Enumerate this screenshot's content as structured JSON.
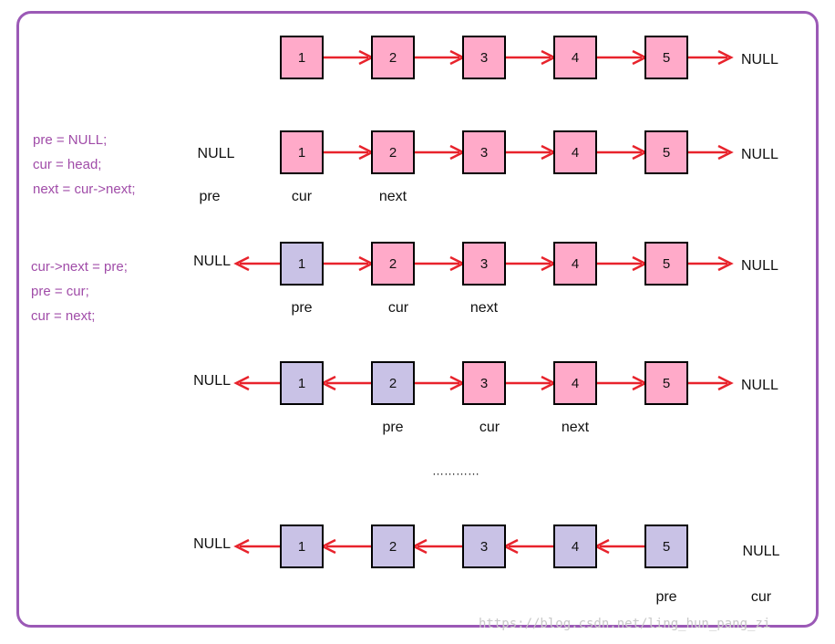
{
  "colors": {
    "border": "#9b59b6",
    "arrow": "#e8232c",
    "node_pink": "#ffaac9",
    "node_purple": "#c9c2e6",
    "code_text": "#a04ca8",
    "label_text": "#111111"
  },
  "null_label": "NULL",
  "code_blocks": [
    {
      "lines": [
        "pre = NULL;",
        "cur = head;",
        "next = cur->next;"
      ]
    },
    {
      "lines": [
        "cur->next = pre;",
        "pre = cur;",
        "cur = next;"
      ]
    }
  ],
  "ellipsis": "…………",
  "watermark": "https://blog.csdn.net/ling_hun_pang_zi",
  "rows": [
    {
      "nodes": [
        {
          "label": "1",
          "state": "pink"
        },
        {
          "label": "2",
          "state": "pink"
        },
        {
          "label": "3",
          "state": "pink"
        },
        {
          "label": "4",
          "state": "pink"
        },
        {
          "label": "5",
          "state": "pink"
        }
      ],
      "links": [
        "right",
        "right",
        "right",
        "right"
      ],
      "head": "none",
      "tail": "right",
      "pointers": []
    },
    {
      "nodes": [
        {
          "label": "1",
          "state": "pink"
        },
        {
          "label": "2",
          "state": "pink"
        },
        {
          "label": "3",
          "state": "pink"
        },
        {
          "label": "4",
          "state": "pink"
        },
        {
          "label": "5",
          "state": "pink"
        }
      ],
      "links": [
        "right",
        "right",
        "right",
        "right"
      ],
      "head": "text",
      "tail": "right",
      "pointers": [
        {
          "name": "pre",
          "at": "null-left"
        },
        {
          "name": "cur",
          "at": 0
        },
        {
          "name": "next",
          "at": 1
        }
      ]
    },
    {
      "nodes": [
        {
          "label": "1",
          "state": "purple"
        },
        {
          "label": "2",
          "state": "pink"
        },
        {
          "label": "3",
          "state": "pink"
        },
        {
          "label": "4",
          "state": "pink"
        },
        {
          "label": "5",
          "state": "pink"
        }
      ],
      "links": [
        "right",
        "right",
        "right",
        "right"
      ],
      "head": "left",
      "tail": "right",
      "pointers": [
        {
          "name": "pre",
          "at": 0
        },
        {
          "name": "cur",
          "at": 1
        },
        {
          "name": "next",
          "at": 2
        }
      ]
    },
    {
      "nodes": [
        {
          "label": "1",
          "state": "purple"
        },
        {
          "label": "2",
          "state": "purple"
        },
        {
          "label": "3",
          "state": "pink"
        },
        {
          "label": "4",
          "state": "pink"
        },
        {
          "label": "5",
          "state": "pink"
        }
      ],
      "links": [
        "left",
        "right",
        "right",
        "right"
      ],
      "head": "left",
      "tail": "right",
      "pointers": [
        {
          "name": "pre",
          "at": 1
        },
        {
          "name": "cur",
          "at": 2
        },
        {
          "name": "next",
          "at": 3
        }
      ]
    },
    {
      "nodes": [
        {
          "label": "1",
          "state": "purple"
        },
        {
          "label": "2",
          "state": "purple"
        },
        {
          "label": "3",
          "state": "purple"
        },
        {
          "label": "4",
          "state": "purple"
        },
        {
          "label": "5",
          "state": "purple"
        }
      ],
      "links": [
        "left",
        "left",
        "left",
        "left"
      ],
      "head": "left",
      "tail": "text",
      "pointers": [
        {
          "name": "pre",
          "at": 4
        },
        {
          "name": "cur",
          "at": "null-right"
        }
      ]
    }
  ]
}
